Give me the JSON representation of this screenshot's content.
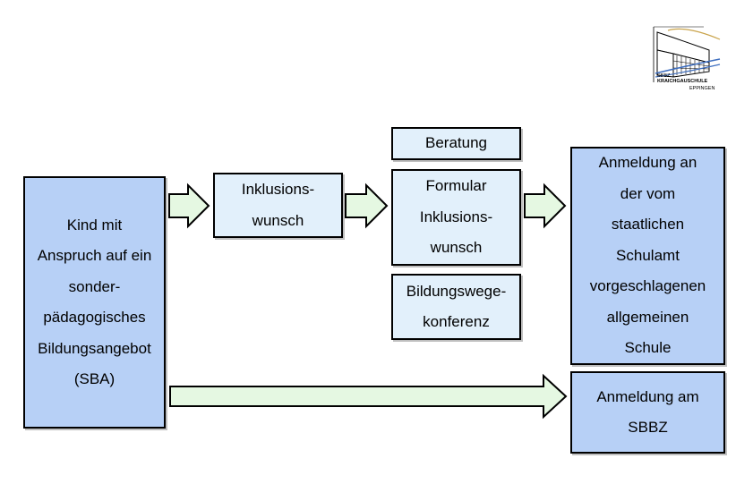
{
  "logo": {
    "line1": "SBBZ",
    "line2": "KRAICHGAUSCHULE",
    "line3": "EPPINGEN"
  },
  "nodes": {
    "kind": "Kind mit\nAnspruch auf ein\nsonder-\npädagogisches\nBildungsangebot\n(SBA)",
    "inklusionswunsch": "Inklusions-\nwunsch",
    "beratung": "Beratung",
    "formular": "Formular\nInklusions-\nwunsch",
    "bildungswegekonferenz": "Bildungswege-\nkonferenz",
    "anmeldung_allgemein": "Anmeldung an\nder vom\nstaatlichen\nSchulamt\nvorgeschlagenen\nallgemeinen\nSchule",
    "anmeldung_sbbz": "Anmeldung am\nSBBZ"
  },
  "colors": {
    "node_light": "#e2f0fb",
    "node_blue": "#b7d0f6",
    "arrow_fill": "#e5f8e2"
  }
}
